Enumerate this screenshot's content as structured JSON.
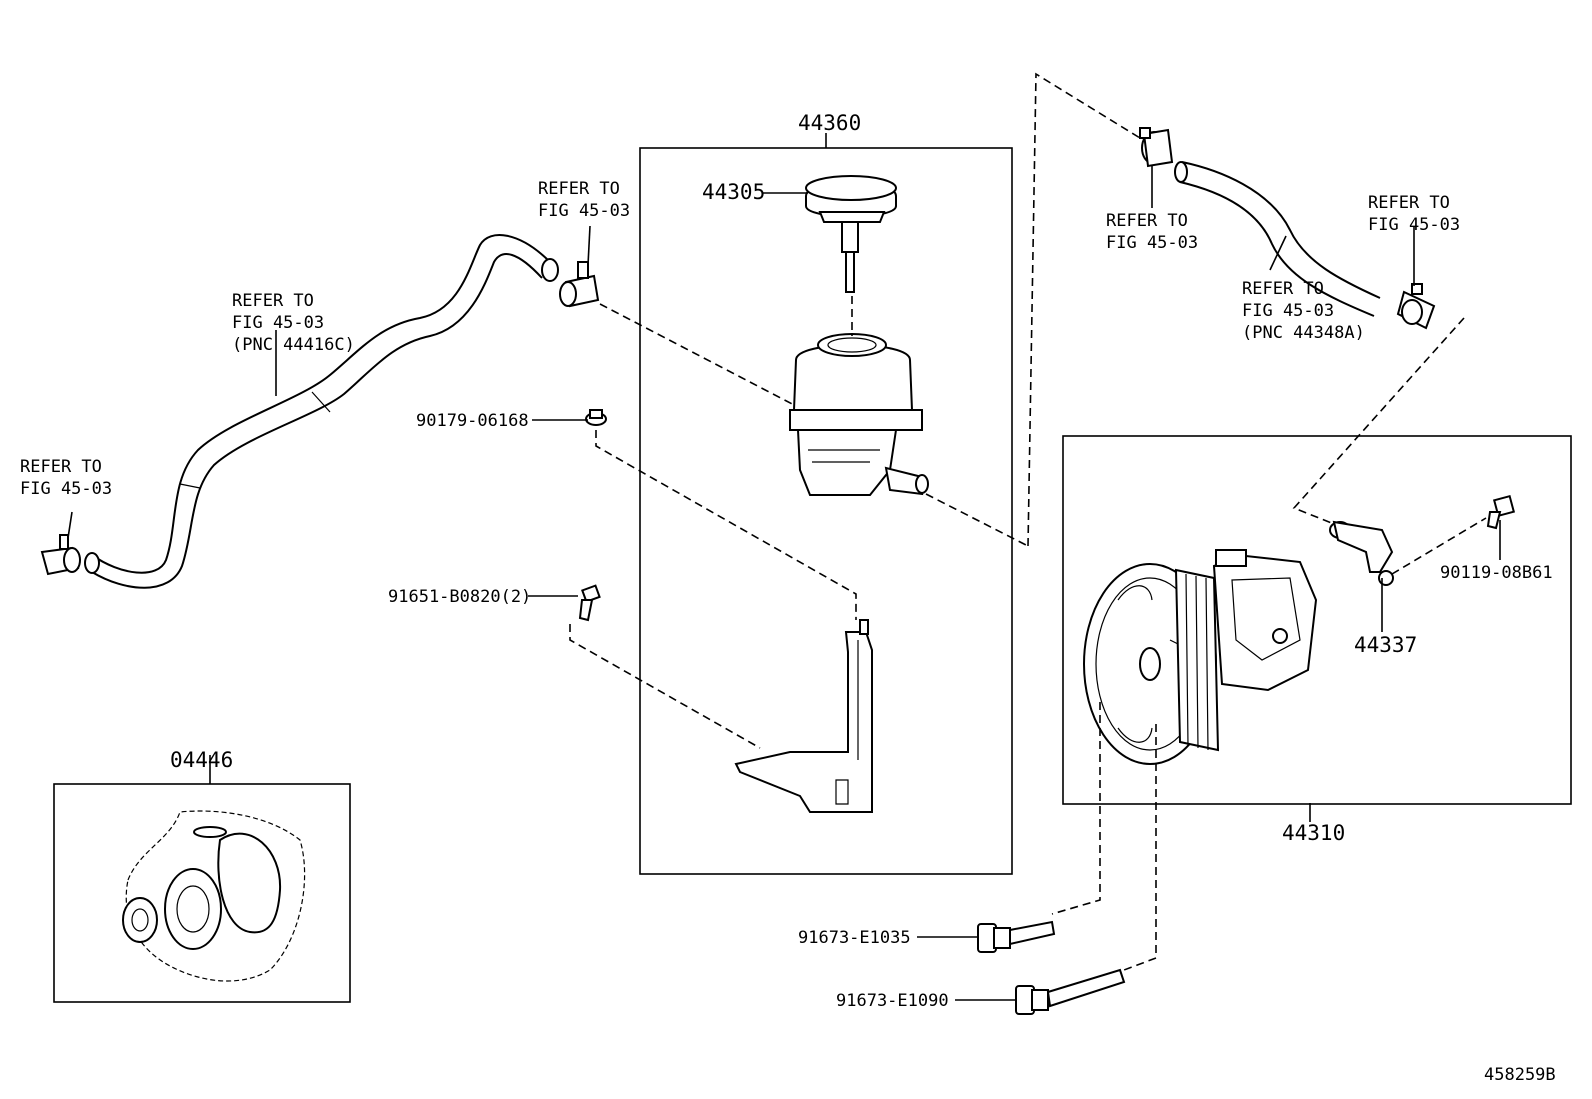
{
  "diagram": {
    "labels": {
      "refer_left": [
        "REFER TO",
        "FIG 45-03"
      ],
      "refer_hose_left": [
        "REFER TO",
        "FIG 45-03",
        "(PNC 44416C)"
      ],
      "refer_clamp_top": [
        "REFER TO",
        "FIG 45-03"
      ],
      "refer_clamp_right_top": [
        "REFER TO",
        "FIG 45-03"
      ],
      "refer_hose_right": [
        "REFER TO",
        "FIG 45-03",
        "(PNC 44348A)"
      ],
      "refer_clamp_right": [
        "REFER TO",
        "FIG 45-03"
      ]
    },
    "parts": {
      "p44360": "44360",
      "p44305": "44305",
      "p90179": "90179-06168",
      "p91651": "91651-B0820(2)",
      "p04446": "04446",
      "p44310": "44310",
      "p44337": "44337",
      "p90119": "90119-08B61",
      "p91673a": "91673-E1035",
      "p91673b": "91673-E1090"
    },
    "figure_id": "458259B"
  }
}
